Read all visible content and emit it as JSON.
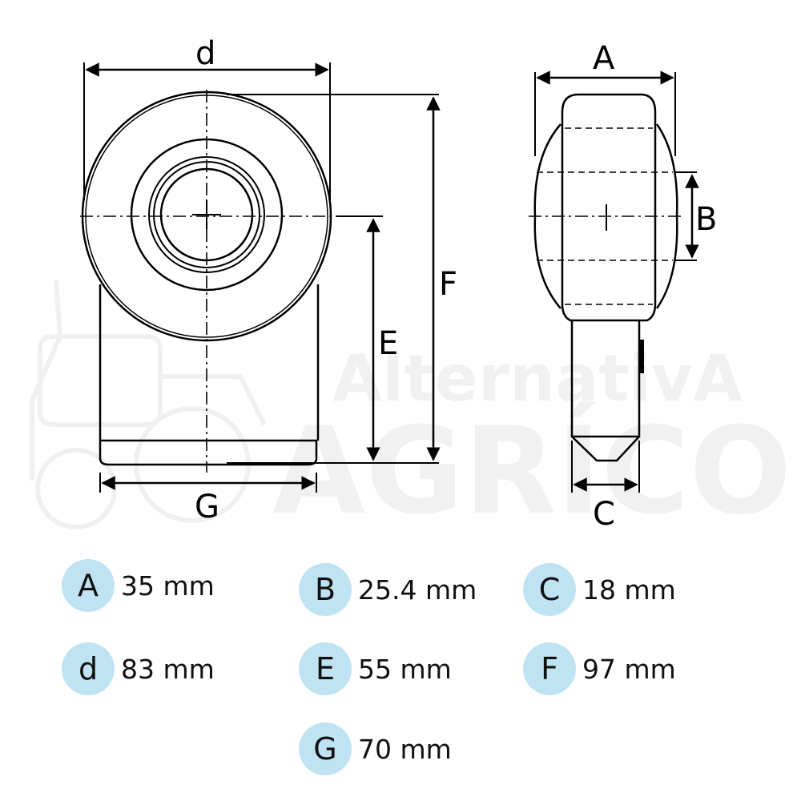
{
  "watermark": {
    "line1": "AlternativA",
    "line2": "AGRÍCOLA"
  },
  "drawing_labels": {
    "d": "d",
    "A": "A",
    "B": "B",
    "C": "C",
    "E": "E",
    "F": "F",
    "G": "G"
  },
  "dimensions": [
    {
      "letter": "A",
      "value": "35 mm"
    },
    {
      "letter": "B",
      "value": "25.4 mm"
    },
    {
      "letter": "C",
      "value": "18 mm"
    },
    {
      "letter": "d",
      "value": "83 mm"
    },
    {
      "letter": "E",
      "value": "55 mm"
    },
    {
      "letter": "F",
      "value": "97 mm"
    },
    {
      "letter": "G",
      "value": "70 mm"
    }
  ],
  "colors": {
    "badge": "#bfe3f3",
    "line": "#000000",
    "watermark": "#f1f1f1"
  }
}
